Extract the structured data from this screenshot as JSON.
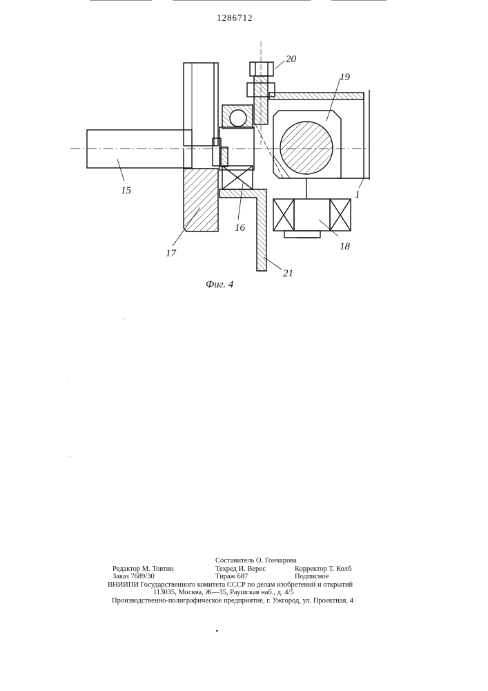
{
  "document": {
    "patent_number": "1286712",
    "figure_caption": "Фиг. 4",
    "part_labels": {
      "l20": "20",
      "l19": "19",
      "l15": "15",
      "l1": "1",
      "l17": "17",
      "l16": "16",
      "l18": "18",
      "l21": "21"
    }
  },
  "imprint": {
    "compiler": "Составитель О. Гончарова",
    "editor": "Редактор М. Товтин",
    "techred": "Техред И. Верес",
    "corrector": "Корректор Т. Колб",
    "order": "Заказ 7689/30",
    "circulation": "Тираж 687",
    "subscription": "Подписное",
    "org": "ВНИИПИ Государственного комитета СССР по делам изобретений и открытий",
    "address": "113035, Москва, Ж—35, Раушская наб., д. 4/5",
    "printer": "Производственно-полиграфическое предприятие, г. Ужгород, ул. Проектная, 4"
  }
}
